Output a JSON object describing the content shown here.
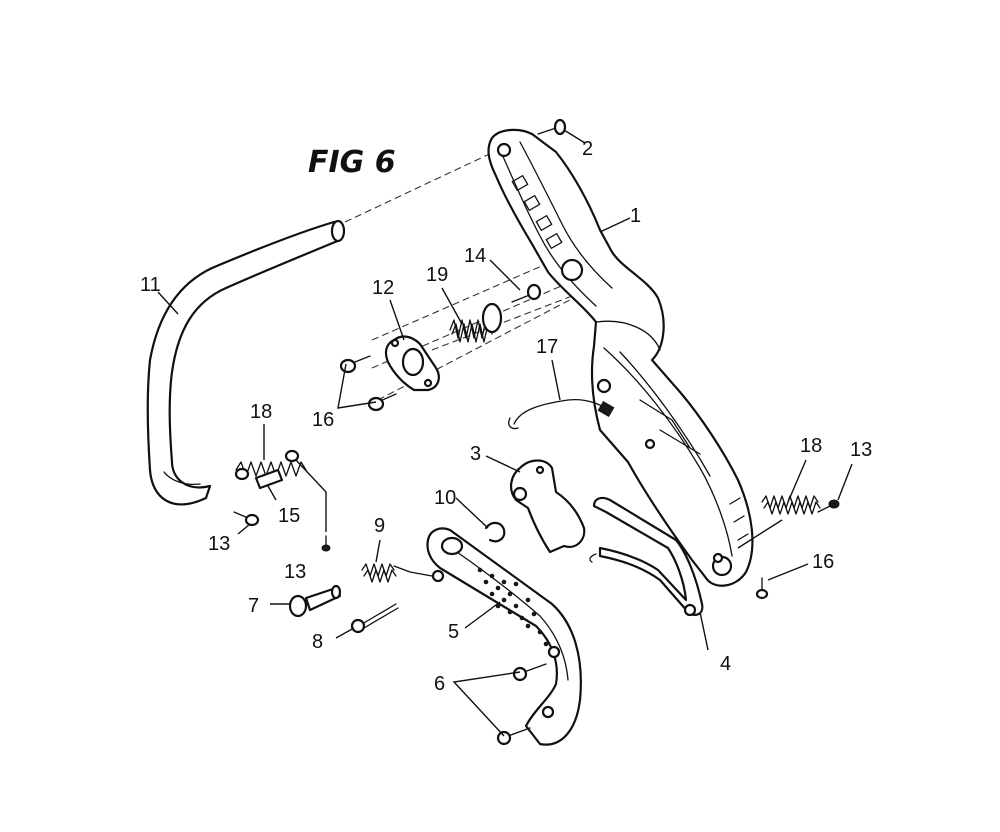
{
  "figure": {
    "title": "FIG 6",
    "callouts": [
      {
        "id": "c1",
        "text": "1"
      },
      {
        "id": "c2",
        "text": "2"
      },
      {
        "id": "c3",
        "text": "3"
      },
      {
        "id": "c4",
        "text": "4"
      },
      {
        "id": "c5",
        "text": "5"
      },
      {
        "id": "c6",
        "text": "6"
      },
      {
        "id": "c7",
        "text": "7"
      },
      {
        "id": "c8",
        "text": "8"
      },
      {
        "id": "c9",
        "text": "9"
      },
      {
        "id": "c10",
        "text": "10"
      },
      {
        "id": "c11",
        "text": "11"
      },
      {
        "id": "c12",
        "text": "12"
      },
      {
        "id": "c13a",
        "text": "13"
      },
      {
        "id": "c13b",
        "text": "13"
      },
      {
        "id": "c13c",
        "text": "13"
      },
      {
        "id": "c14",
        "text": "14"
      },
      {
        "id": "c15",
        "text": "15"
      },
      {
        "id": "c16a",
        "text": "16"
      },
      {
        "id": "c16b",
        "text": "16"
      },
      {
        "id": "c17",
        "text": "17"
      },
      {
        "id": "c18a",
        "text": "18"
      },
      {
        "id": "c18b",
        "text": "18"
      },
      {
        "id": "c19",
        "text": "19"
      }
    ]
  }
}
